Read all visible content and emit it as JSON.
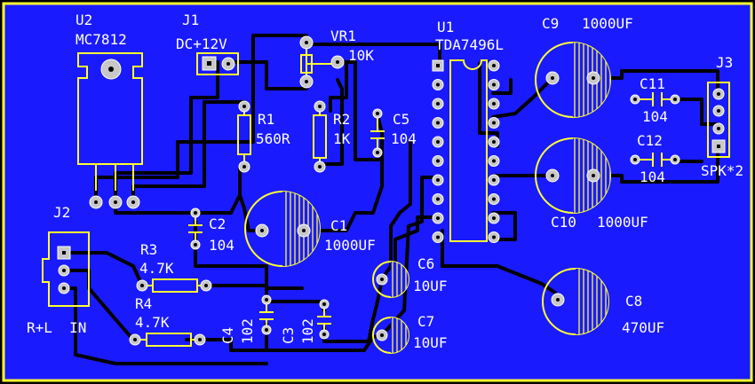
{
  "colors": {
    "board": "#1a1aff",
    "silkscreen": "#ffff33",
    "trace": "#000000",
    "pad": "#c8c8c8",
    "text": "#ffffff",
    "outline": "#ffff33"
  },
  "labels": {
    "u2_ref": "U2",
    "u2_val": "MC7812",
    "j1_ref": "J1",
    "j1_val": "DC+12V",
    "vr1_ref": "VR1",
    "vr1_val": "10K",
    "u1_ref": "U1",
    "u1_val": "TDA7496L",
    "c9_ref": "C9",
    "c9_val": "1000UF",
    "j3_ref": "J3",
    "c11_ref": "C11",
    "c11_val": "104",
    "c12_ref": "C12",
    "c12_val": "104",
    "spk_label": "SPK*2",
    "r1_ref": "R1",
    "r1_val": "560R",
    "r2_ref": "R2",
    "r2_val": "1K",
    "c5_ref": "C5",
    "c5_val": "104",
    "c10_ref": "C10",
    "c10_val": "1000UF",
    "j2_ref": "J2",
    "c2_ref": "C2",
    "c2_val": "104",
    "c1_ref": "C1",
    "c1_val": "1000UF",
    "r3_ref": "R3",
    "r3_val": "4.7K",
    "r4_ref": "R4",
    "r4_val": "4.7K",
    "in_label": "R+L  IN",
    "c4_ref": "C4",
    "c4_val": "102",
    "c3_ref": "C3",
    "c3_val": "102",
    "c6_ref": "C6",
    "c6_val": "10UF",
    "c7_ref": "C7",
    "c7_val": "10UF",
    "c8_ref": "C8",
    "c8_val": "470UF"
  }
}
